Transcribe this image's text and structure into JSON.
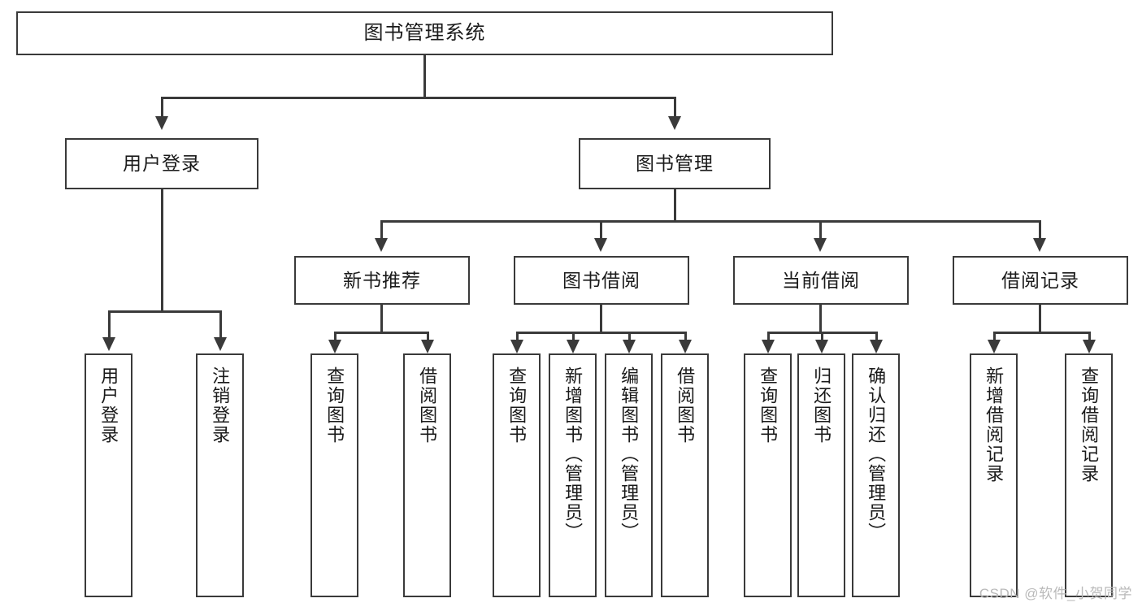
{
  "diagram": {
    "type": "tree-hierarchy-chart",
    "title": "图书管理系统",
    "watermark": "CSDN @软件_小贺同学",
    "colors": {
      "stroke": "#3a3a3a",
      "fill": "#ffffff",
      "text": "#1a1a1a",
      "watermark": "#b9b9b9"
    },
    "root": {
      "label": "图书管理系统"
    },
    "level2": [
      {
        "label": "用户登录"
      },
      {
        "label": "图书管理"
      }
    ],
    "level3": [
      {
        "label": "新书推荐"
      },
      {
        "label": "图书借阅"
      },
      {
        "label": "当前借阅"
      },
      {
        "label": "借阅记录"
      }
    ],
    "leaves": {
      "user_login": [
        {
          "label": "用户登录"
        },
        {
          "label": "注销登录"
        }
      ],
      "new_book_recommend": [
        {
          "label": "查询图书"
        },
        {
          "label": "借阅图书"
        }
      ],
      "book_borrow": [
        {
          "label": "查询图书"
        },
        {
          "label": "新增图书（管理员）"
        },
        {
          "label": "编辑图书（管理员）"
        },
        {
          "label": "借阅图书"
        }
      ],
      "current_borrow": [
        {
          "label": "查询图书"
        },
        {
          "label": "归还图书"
        },
        {
          "label": "确认归还（管理员）"
        }
      ],
      "borrow_record": [
        {
          "label": "新增借阅记录"
        },
        {
          "label": "查询借阅记录"
        }
      ]
    }
  }
}
